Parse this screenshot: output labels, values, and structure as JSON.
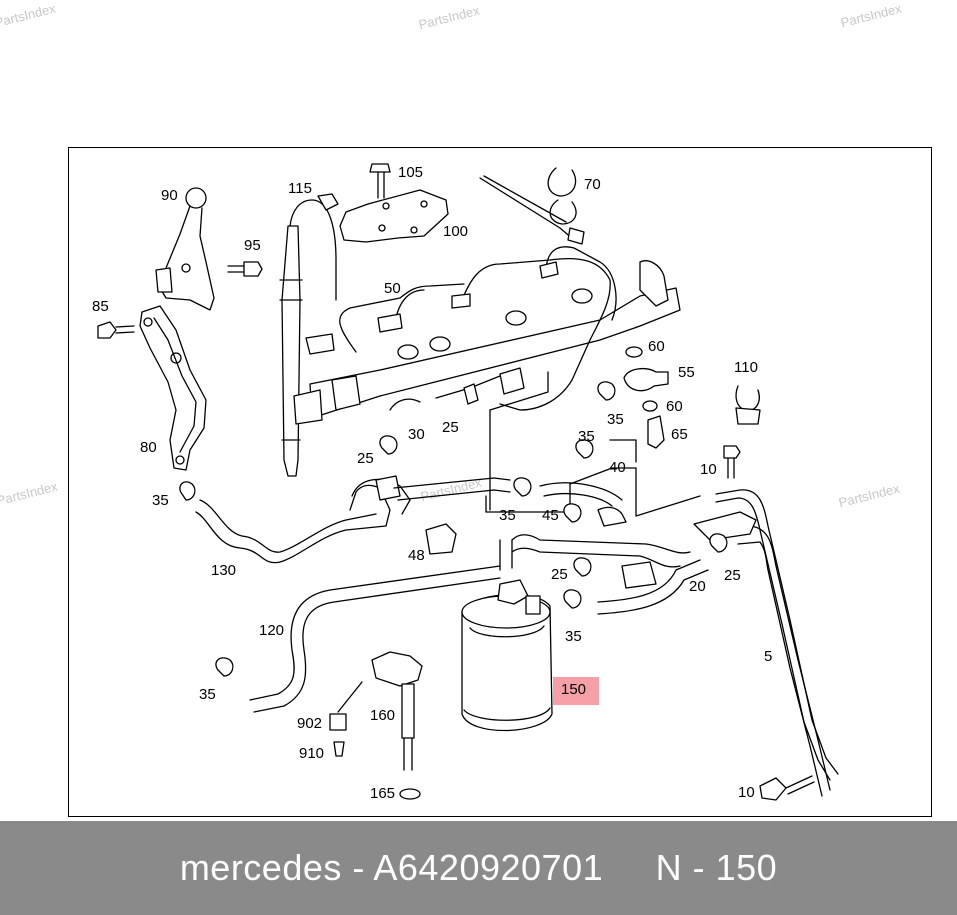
{
  "watermark": "PartsIndex",
  "callouts": {
    "c90": "90",
    "c95": "95",
    "c85": "85",
    "c80": "80",
    "c115": "115",
    "c105": "105",
    "c100": "100",
    "c70": "70",
    "c50": "50",
    "c60a": "60",
    "c55": "55",
    "c110": "110",
    "c35a": "35",
    "c60b": "60",
    "c65": "65",
    "c30": "30",
    "c25a": "25",
    "c35b": "35",
    "c25b": "25",
    "c40": "40",
    "c10a": "10",
    "c35c": "35",
    "c35d": "35",
    "c45": "45",
    "c130": "130",
    "c48": "48",
    "c25c": "25",
    "c20": "20",
    "c25d": "25",
    "c120": "120",
    "c35e": "35",
    "c150": "150",
    "c5": "5",
    "c35f": "35",
    "c902": "902",
    "c160": "160",
    "c910": "910",
    "c165": "165",
    "c10b": "10"
  },
  "footer": {
    "brand": "mercedes",
    "part_number": "A6420920701",
    "position": "N - 150",
    "full_text": "mercedes - A6420920701     N - 150"
  },
  "colors": {
    "highlight": "#f4a0a6",
    "footer_bg": "#8a8a8a"
  }
}
